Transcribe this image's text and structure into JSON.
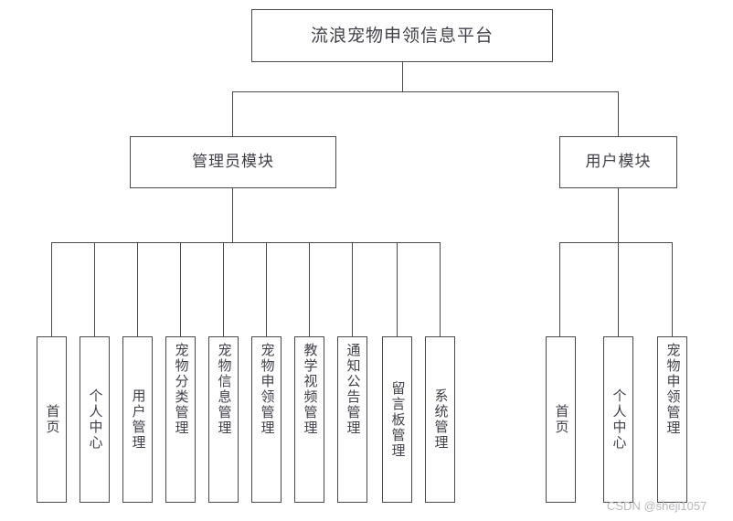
{
  "diagram": {
    "title_node": {
      "label": "流浪宠物申领信息平台"
    },
    "modules": [
      {
        "id": "admin",
        "label": "管理员模块"
      },
      {
        "id": "user",
        "label": "用户模块"
      }
    ],
    "admin_children": [
      {
        "label": "首页"
      },
      {
        "label": "个人中心"
      },
      {
        "label": "用户管理"
      },
      {
        "label": "宠物分类管理"
      },
      {
        "label": "宠物信息管理"
      },
      {
        "label": "宠物申领管理"
      },
      {
        "label": "教学视频管理"
      },
      {
        "label": "通知公告管理"
      },
      {
        "label": "留言板管理"
      },
      {
        "label": "系统管理"
      }
    ],
    "user_children": [
      {
        "label": "首页"
      },
      {
        "label": "个人中心"
      },
      {
        "label": "宠物申领管理"
      }
    ]
  },
  "watermark": {
    "text": "CSDN @sheji1057"
  },
  "colors": {
    "stroke": "#4a4a4a",
    "text": "#41414a",
    "background": "#ffffff",
    "watermark": "#b9b9bd"
  }
}
